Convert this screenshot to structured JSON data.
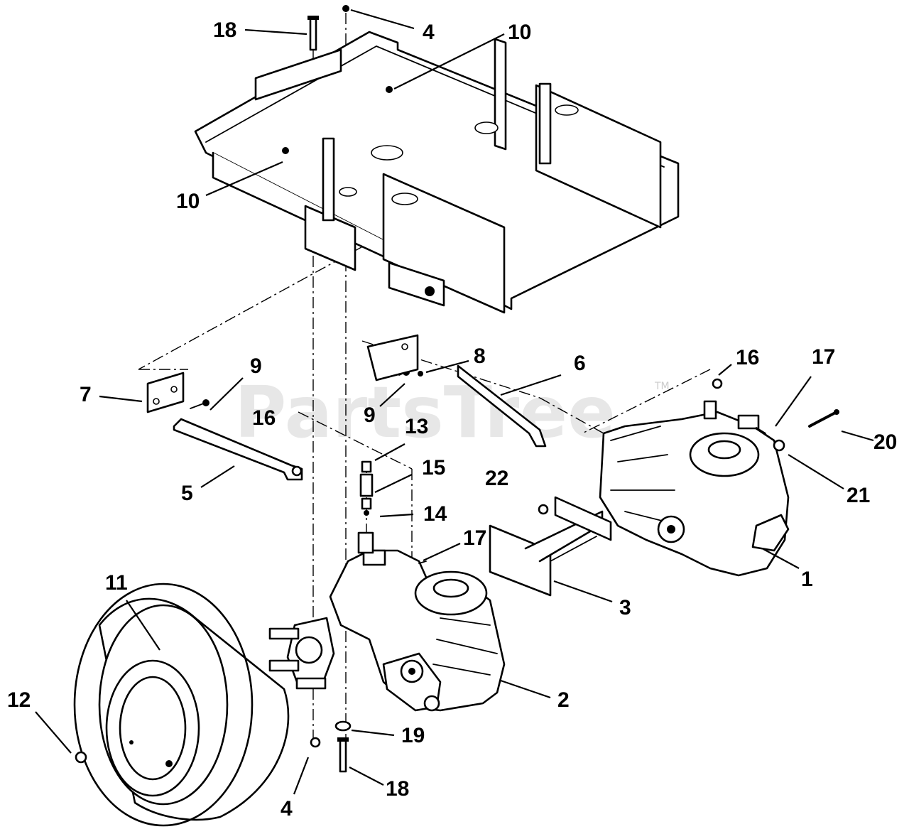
{
  "watermark": {
    "text": "PartsTree",
    "trademark": "TM"
  },
  "callouts": [
    {
      "id": "c18a",
      "label": "18"
    },
    {
      "id": "c4a",
      "label": "4"
    },
    {
      "id": "c10a",
      "label": "10"
    },
    {
      "id": "c10b",
      "label": "10"
    },
    {
      "id": "c7",
      "label": "7"
    },
    {
      "id": "c9a",
      "label": "9"
    },
    {
      "id": "c8",
      "label": "8"
    },
    {
      "id": "c6",
      "label": "6"
    },
    {
      "id": "c16a",
      "label": "16"
    },
    {
      "id": "c17a",
      "label": "17"
    },
    {
      "id": "c9b",
      "label": "9"
    },
    {
      "id": "c16b",
      "label": "16"
    },
    {
      "id": "c13",
      "label": "13"
    },
    {
      "id": "c20",
      "label": "20"
    },
    {
      "id": "c15",
      "label": "15"
    },
    {
      "id": "c5",
      "label": "5"
    },
    {
      "id": "c22",
      "label": "22"
    },
    {
      "id": "c21",
      "label": "21"
    },
    {
      "id": "c14",
      "label": "14"
    },
    {
      "id": "c17b",
      "label": "17"
    },
    {
      "id": "c1",
      "label": "1"
    },
    {
      "id": "c11",
      "label": "11"
    },
    {
      "id": "c3",
      "label": "3"
    },
    {
      "id": "c2",
      "label": "2"
    },
    {
      "id": "c12",
      "label": "12"
    },
    {
      "id": "c19",
      "label": "19"
    },
    {
      "id": "c18b",
      "label": "18"
    },
    {
      "id": "c4b",
      "label": "4"
    }
  ]
}
